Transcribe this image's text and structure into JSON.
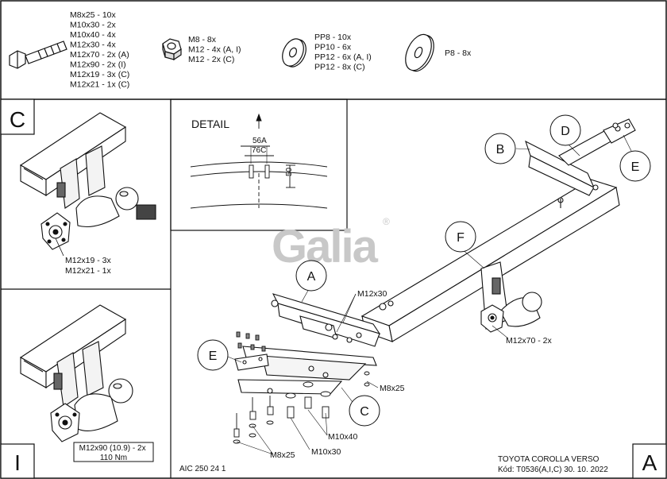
{
  "legend": {
    "bolts": [
      "M8x25 - 10x",
      "M10x30 - 2x",
      "M10x40 - 4x",
      "M12x30 - 4x",
      "M12x70 - 2x (A)",
      "M12x90 - 2x (I)",
      "M12x19 - 3x (C)",
      "M12x21 - 1x (C)"
    ],
    "nuts": [
      "M8 - 8x",
      "M12 - 4x (A, I)",
      "M12 - 2x (C)"
    ],
    "washers": [
      "PP8 - 10x",
      "PP10 - 6x",
      "PP12 - 6x (A, I)",
      "PP12 - 8x (C)"
    ],
    "large_washer": "P8 - 8x"
  },
  "panel_c": {
    "letter": "C",
    "specs": [
      "M12x19 - 3x",
      "M12x21 - 1x"
    ]
  },
  "panel_i": {
    "letter": "I",
    "specs": [
      "M12x90 (10.9) - 2x",
      "110 Nm"
    ]
  },
  "detail": {
    "title": "DETAIL",
    "dim_56a": "56A",
    "dim_76c": "76C",
    "dim_50": "50"
  },
  "logo": {
    "text": "Galia",
    "reg": "®"
  },
  "callouts": {
    "a": "A",
    "b": "B",
    "c": "C",
    "d": "D",
    "e": "E",
    "f": "F",
    "e2": "E"
  },
  "labels": {
    "m12x30": "M12x30",
    "m12x70": "M12x70 - 2x",
    "m8x25_right": "M8x25",
    "m10x40": "M10x40",
    "m10x30": "M10x30",
    "m8x25_bottom": "M8x25"
  },
  "footer": {
    "code_left": "AIC 250 24 1",
    "model": "TOYOTA COROLLA VERSO",
    "kod": "Kód: T0536(A,I,C)   30. 10. 2022",
    "variant": "A"
  }
}
